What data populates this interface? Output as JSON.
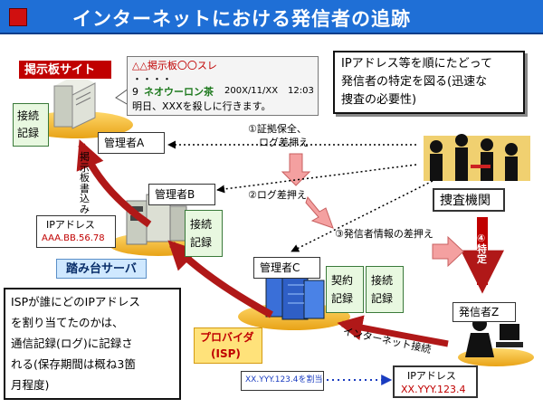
{
  "title": "インターネットにおける発信者の追跡",
  "bbs_site_label": "掲示板サイト",
  "bbs_post": {
    "thread": "△△掲示板〇〇スレ",
    "dots": "・・・・",
    "post_no": "9",
    "poster": "ネオウーロン茶",
    "date": "200X/11/XX",
    "time": "12:03",
    "body": "明日、XXXを殺しに行きます。"
  },
  "explanation_top": [
    "IPアドレス等を順にたどって",
    "発信者の特定を図る(迅速な",
    "捜査の必要性)"
  ],
  "log_label_1": [
    "接続",
    "記録"
  ],
  "admin_a": "管理者A",
  "admin_b": "管理者B",
  "admin_c": "管理者C",
  "step1": [
    "①証拠保全、",
    "ログ差押え"
  ],
  "step2": "②ログ差押え",
  "step3": "③発信者情報の差押え",
  "step4": "④特定",
  "investigation": "捜査機関",
  "bbs_write": "掲示板書込み",
  "log_label_2": [
    "接続",
    "記録"
  ],
  "ip_b": {
    "label": "IPアドレス",
    "value": "AAA.BB.56.78"
  },
  "stepping_server": "踏み台サーバ",
  "contract_log": [
    "契約",
    "記録"
  ],
  "connect_log_c": [
    "接続",
    "記録"
  ],
  "isp_note": [
    "ISPが誰にどのIPアドレス",
    "を割り当てたのかは、",
    "通信記録(ログ)に記録さ",
    "れる(保存期間は概ね3箇",
    "月程度)"
  ],
  "provider": [
    "プロバイダ",
    "(ISP)"
  ],
  "internet_conn": "インターネット接続",
  "sender_z": "発信者Z",
  "assigned": "XX.YYY.123.4を割当",
  "ip_z": {
    "label": "IPアドレス",
    "value": "XX.YYY.123.4"
  },
  "colors": {
    "title_bg": "#1f6fd6",
    "accent_red": "#c00000",
    "arrow_red": "#b22222",
    "pink_arrow": "#f4a0a0",
    "blue_box": "#cfe8ff"
  }
}
